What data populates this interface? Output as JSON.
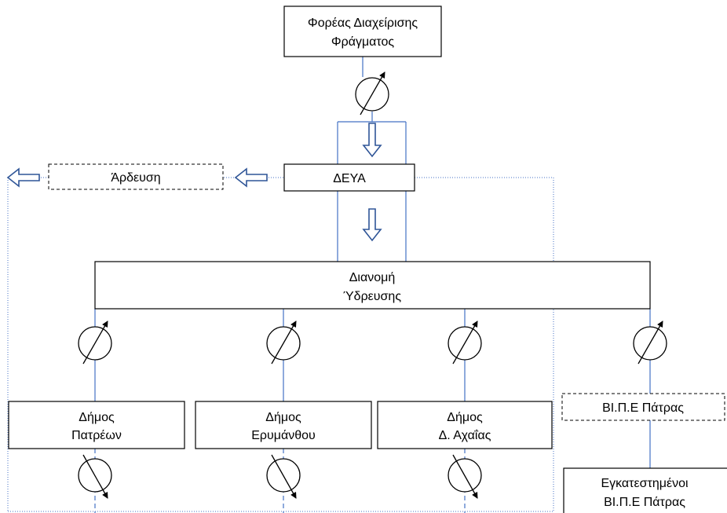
{
  "colors": {
    "box_border": "#000000",
    "line_blue": "#4472C4",
    "dotted_blue": "#4472C4",
    "arrow_fill": "#ffffff",
    "text": "#000000"
  },
  "boxes": {
    "dam_operator": {
      "line1": "Φορέας Διαχείρισης",
      "line2": "Φράγματος"
    },
    "deya": {
      "label": "ΔΕΥΑ"
    },
    "irrigation": {
      "label": "Άρδευση"
    },
    "water_distribution": {
      "line1": "Διανομή",
      "line2": "Ύδρευσης"
    },
    "municipality_patras": {
      "line1": "Δήμος",
      "line2": "Πατρέων"
    },
    "municipality_erymanthos": {
      "line1": "Δήμος",
      "line2": "Ερυμάνθου"
    },
    "municipality_west_achaia": {
      "line1": "Δήμος",
      "line2": "Δ. Αχαΐας"
    },
    "vipe_patras": {
      "label": "ΒΙ.Π.Ε Πάτρας"
    },
    "installed_vipe": {
      "line1": "Εγκατεστημένοι",
      "line2": "ΒΙ.Π.Ε Πάτρας"
    }
  },
  "icons": {
    "meter": "flow-meter-icon",
    "flow_arrow": "hollow-flow-arrow-icon"
  }
}
